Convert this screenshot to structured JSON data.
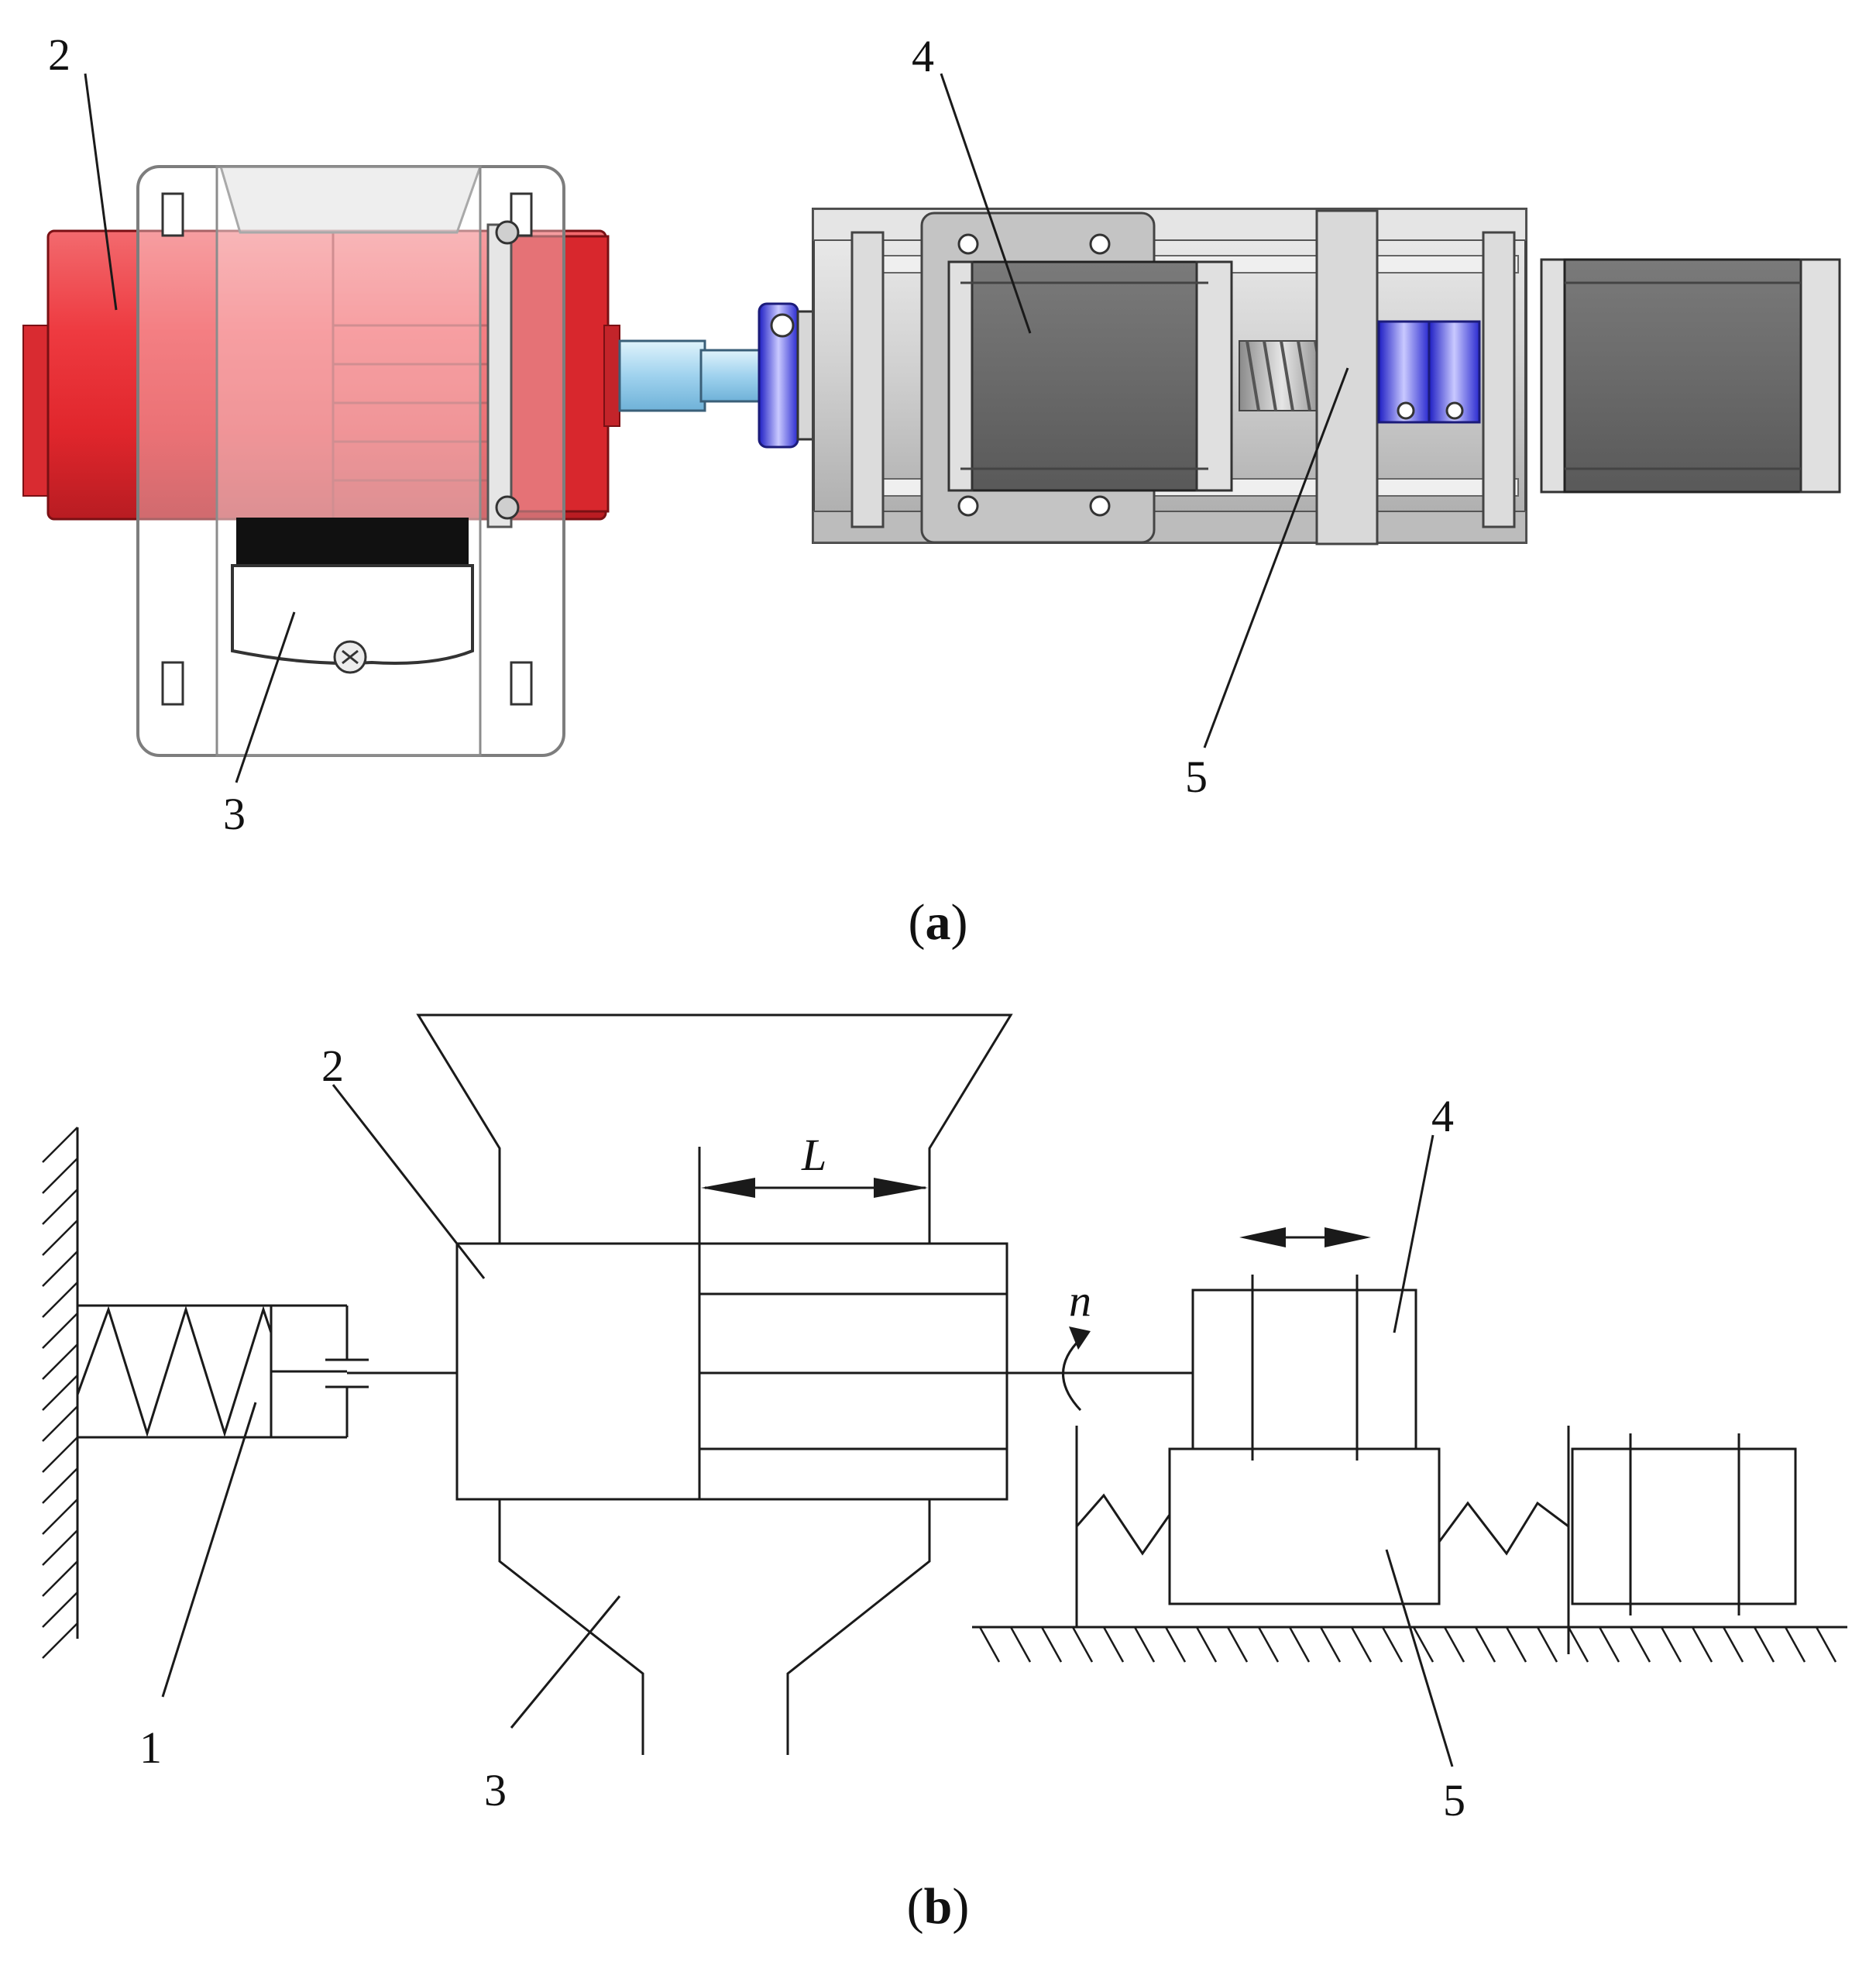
{
  "figure": {
    "panel_a": {
      "caption_open": "(",
      "caption_letter": "a",
      "caption_close": ")",
      "labels": {
        "l2": "2",
        "l3": "3",
        "l4": "4",
        "l5": "5"
      }
    },
    "panel_b": {
      "caption_open": "(",
      "caption_letter": "b",
      "caption_close": ")",
      "labels": {
        "l1": "1",
        "l2": "2",
        "l3": "3",
        "l4": "4",
        "l5": "5"
      },
      "dimension_L": "L",
      "speed_n": "n"
    }
  },
  "colors": {
    "motor_red": "#e8393f",
    "motor_red_dark": "#b81c22",
    "frame_gray": "#d2d2d2",
    "stepper_dark": "#6b6b6b",
    "coupling_blue": "#3b3bd6",
    "shaft_blue": "#a8d8f0",
    "line": "#1a1a1a"
  }
}
